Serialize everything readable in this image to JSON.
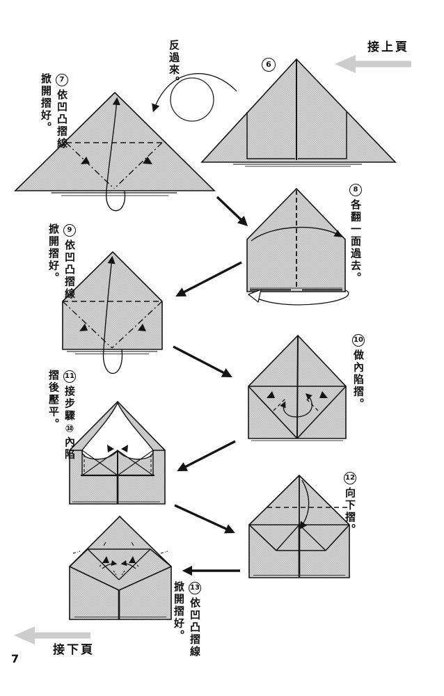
{
  "page": {
    "number": "7",
    "nav_top": "接上頁",
    "nav_bottom": "接下頁",
    "turn_over": "反過來。",
    "colors": {
      "paper_light": "#d6d6d6",
      "paper_dark": "#bdbdbd",
      "outline": "#141414",
      "arrow_gray": "#cccccc",
      "text": "#111111"
    }
  },
  "steps": [
    {
      "num": "6",
      "label_lines": []
    },
    {
      "num": "7",
      "label_lines": [
        "依凹凸摺線",
        "掀開摺好。"
      ]
    },
    {
      "num": "8",
      "label_lines": [
        "各翻一面過去。"
      ]
    },
    {
      "num": "9",
      "label_lines": [
        "依凹凸摺線",
        "掀開摺好。"
      ]
    },
    {
      "num": "10",
      "label_lines": [
        "做內陷摺。"
      ]
    },
    {
      "num": "11",
      "label_lines": [
        "接步驟⑩內陷",
        "摺後壓平。"
      ]
    },
    {
      "num": "12",
      "label_lines": [
        "向下摺。"
      ]
    },
    {
      "num": "13",
      "label_lines": [
        "依凹凸摺線",
        "掀開摺好。"
      ]
    }
  ]
}
